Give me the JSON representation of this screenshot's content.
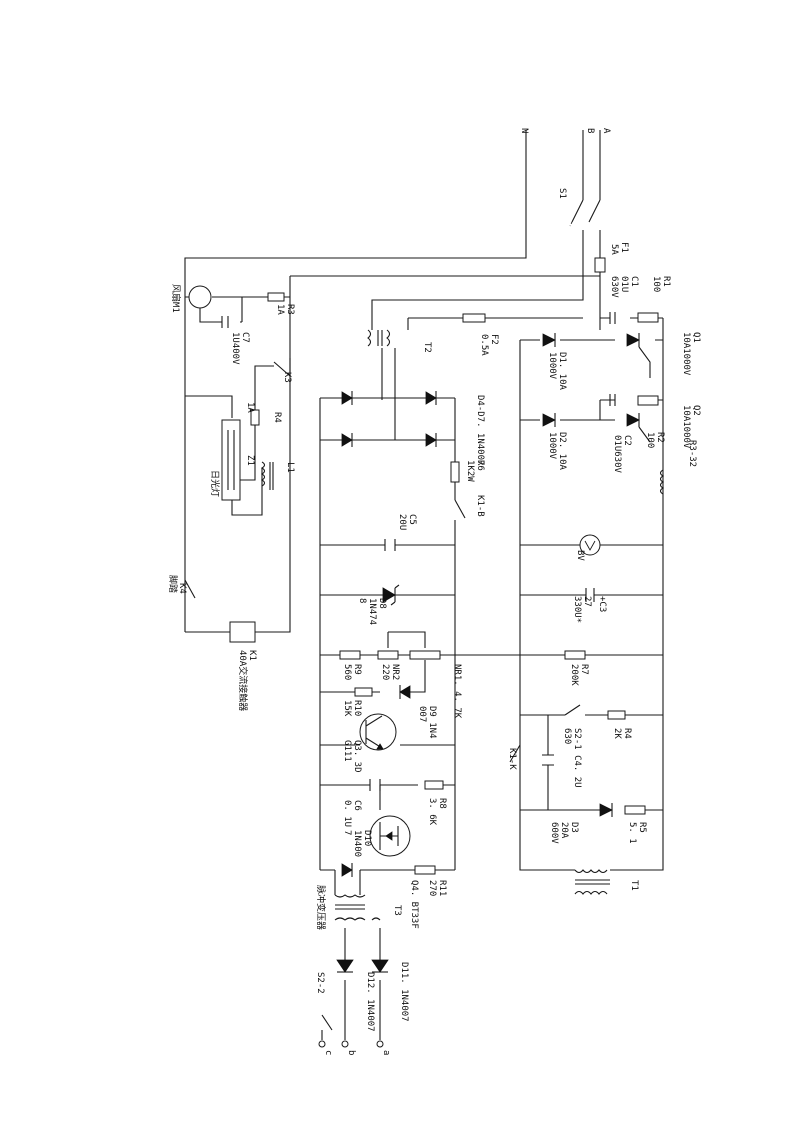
{
  "labels": {
    "A": "A",
    "B": "B",
    "N": "N",
    "S1": "S1",
    "F1": "F1",
    "F1v": "5A",
    "C1": "C1",
    "C1v1": "01U",
    "C1v2": "630V",
    "R1": "R1",
    "R1v": "100",
    "F2": "F2",
    "F2v": "0.5A",
    "T2": "T2",
    "Q1": "Q1",
    "Q1v": "10A1000V",
    "Q2": "Q2",
    "Q2v": "10A1000V",
    "D1": "D1. 10A",
    "D1v": "1000V",
    "D2": "D2. 10A",
    "D2v": "1000V",
    "C2": "C2",
    "C2v": "01U630V",
    "R2": "R2",
    "R2v": "100",
    "R332": "R3-32",
    "D4D7": "D4-D7. 1N4007",
    "R6": "R6",
    "R6v": "1K2W",
    "K1B": "K1-B",
    "C5": "C5",
    "C5v": "20U",
    "BV": "BV",
    "C3": "+C3",
    "C3v1": "27",
    "C3v2": "330U*",
    "D8": "D8",
    "D8v1": "1N474",
    "D8v2": "8",
    "R9": "R9",
    "R9v": "560",
    "NR2": "NR2",
    "NR2v": "220",
    "NR1": "NR1. 4. 7K",
    "R7": "R7",
    "R7v": "200K",
    "R10": "R10",
    "R10v": "15K",
    "D9": "D9 1N4",
    "D9v": "007",
    "Q3": "Q3. 3D",
    "Q3v": "G111",
    "S21": "S2-1 C4. 2U",
    "S21v": "630",
    "R4a": "R4",
    "R4av": "2K",
    "K1K": "K1-K",
    "C6": "C6",
    "C6v": "0. 1U",
    "R8": "R8",
    "R8v": "3. 6K",
    "D10": "D10",
    "D10v1": "1N400",
    "D10v2": "7",
    "D3": "D3",
    "D3v1": "20A",
    "D3v2": "600V",
    "R5": "R5",
    "R5v": "5. 1",
    "R11": "R11",
    "R11v": "270",
    "Q4": "Q4. BT33F",
    "T3": "T3",
    "T1": "T1",
    "pulse": "脉冲变压器",
    "D11": "D11. 1N4007",
    "D12": "D12. 1N4007",
    "S22": "S2-2",
    "a": "a",
    "b": "b",
    "c": "c",
    "fan": "风扇M1",
    "R3": "R3",
    "R3v": "1A",
    "C7": "C7",
    "C7v": "1U400V",
    "K3": "K3",
    "R4": "R4",
    "R4v": "1A",
    "Z1": "Z1",
    "lamp": "日光灯",
    "L1": "L1",
    "K4": "K4",
    "K4v": "脚踏",
    "K1": "K1",
    "K1v": "40A交流接触器"
  }
}
